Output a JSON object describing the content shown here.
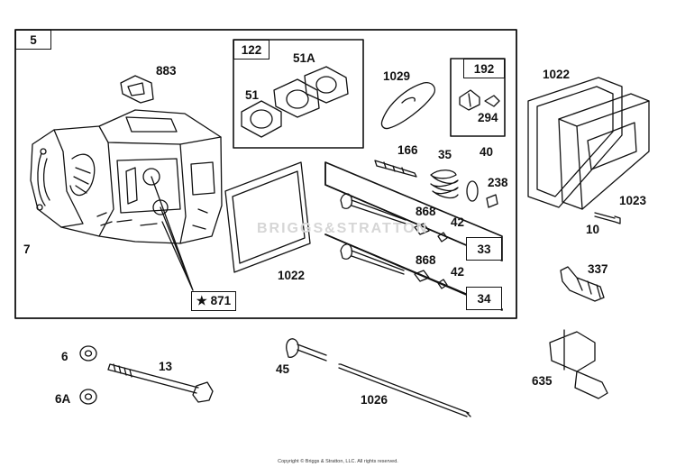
{
  "diagram": {
    "watermark": "BRIGGS&STRATTON",
    "copyright": "Copyright © Briggs & Stratton, LLC. All rights reserved.",
    "group_labels": {
      "assembly": "5",
      "gasket_kit": "122",
      "breather_kit": "192",
      "intake_valve": "33",
      "exhaust_valve": "34",
      "starred_stud": "★ 871"
    },
    "parts": {
      "gasket_883": "883",
      "gasket_51a": "51A",
      "gasket_51": "51",
      "cylinder_7": "7",
      "rocker_cover_gasket": "1022",
      "head_gasket": "1022",
      "spacer_1029": "1029",
      "stud_166": "166",
      "spring_35": "35",
      "retainer_40": "40",
      "seal_238": "238",
      "seal_868_a": "868",
      "keeper_42_a": "42",
      "seal_868_b": "868",
      "keeper_42_b": "42",
      "grommet_294": "294",
      "cover_1023": "1023",
      "screw_10": "10",
      "spark_plug_337": "337",
      "washer_6": "6",
      "washer_6a": "6A",
      "bolt_13": "13",
      "tappet_45": "45",
      "push_rod_1026": "1026",
      "fitting_635": "635"
    }
  }
}
